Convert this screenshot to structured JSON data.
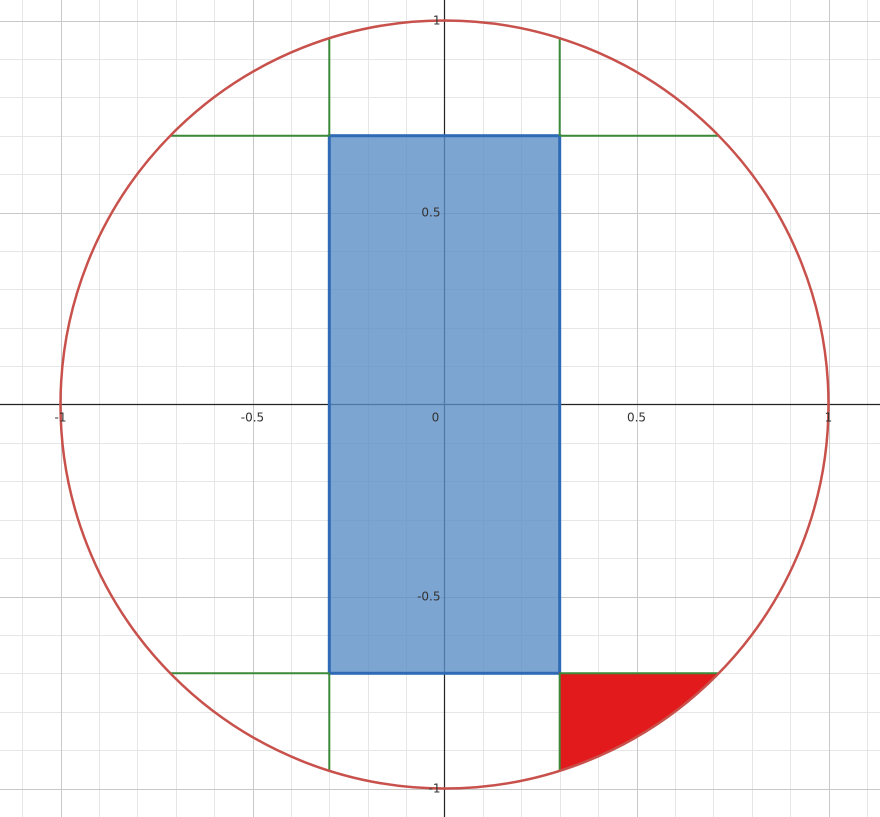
{
  "colors": {
    "background": "#ffffff",
    "minor_grid": "#e6e6e6",
    "major_grid": "#c8c8c8",
    "axis": "#222222",
    "circle": "#c8514c",
    "rectangle_fill": "#5b8ec7",
    "rectangle_stroke": "#2e6ab5",
    "guide_lines": "#3a8a3a",
    "corner_region": "#e31a1c"
  },
  "chart_data": {
    "type": "area",
    "title": "",
    "xlabel": "",
    "ylabel": "",
    "xlim": [
      -1.16,
      1.13
    ],
    "ylim": [
      -1.04,
      1.06
    ],
    "grid": true,
    "minor_step": 0.1,
    "major_step": 0.5,
    "x_tick_labels": [
      {
        "value": -1,
        "label": "-1"
      },
      {
        "value": -0.5,
        "label": "-0.5"
      },
      {
        "value": 0,
        "label": "0"
      },
      {
        "value": 0.5,
        "label": "0.5"
      },
      {
        "value": 1,
        "label": "1"
      }
    ],
    "y_tick_labels": [
      {
        "value": 1,
        "label": "1"
      },
      {
        "value": 0.5,
        "label": "0.5"
      },
      {
        "value": -0.5,
        "label": "-0.5"
      },
      {
        "value": -1,
        "label": "-1"
      }
    ],
    "circle": {
      "cx": 0,
      "cy": 0,
      "r": 1
    },
    "rectangle": {
      "x": [
        -0.3,
        0.3
      ],
      "y": [
        -0.7,
        0.7
      ]
    },
    "guide_segments": [
      {
        "from": [
          -0.714,
          0.7
        ],
        "to": [
          -0.3,
          0.7
        ]
      },
      {
        "from": [
          0.3,
          0.7
        ],
        "to": [
          0.714,
          0.7
        ]
      },
      {
        "from": [
          -0.714,
          -0.7
        ],
        "to": [
          -0.3,
          -0.7
        ]
      },
      {
        "from": [
          0.3,
          -0.7
        ],
        "to": [
          0.714,
          -0.7
        ]
      },
      {
        "from": [
          -0.3,
          0.7
        ],
        "to": [
          -0.3,
          0.954
        ]
      },
      {
        "from": [
          0.3,
          0.7
        ],
        "to": [
          0.3,
          0.954
        ]
      },
      {
        "from": [
          -0.3,
          -0.7
        ],
        "to": [
          -0.3,
          -0.954
        ]
      },
      {
        "from": [
          0.3,
          -0.7
        ],
        "to": [
          0.3,
          -0.954
        ]
      }
    ],
    "corner_region": {
      "x_from": 0.3,
      "x_to": 0.714,
      "y_top": -0.7,
      "bounded_by": "circle"
    }
  }
}
